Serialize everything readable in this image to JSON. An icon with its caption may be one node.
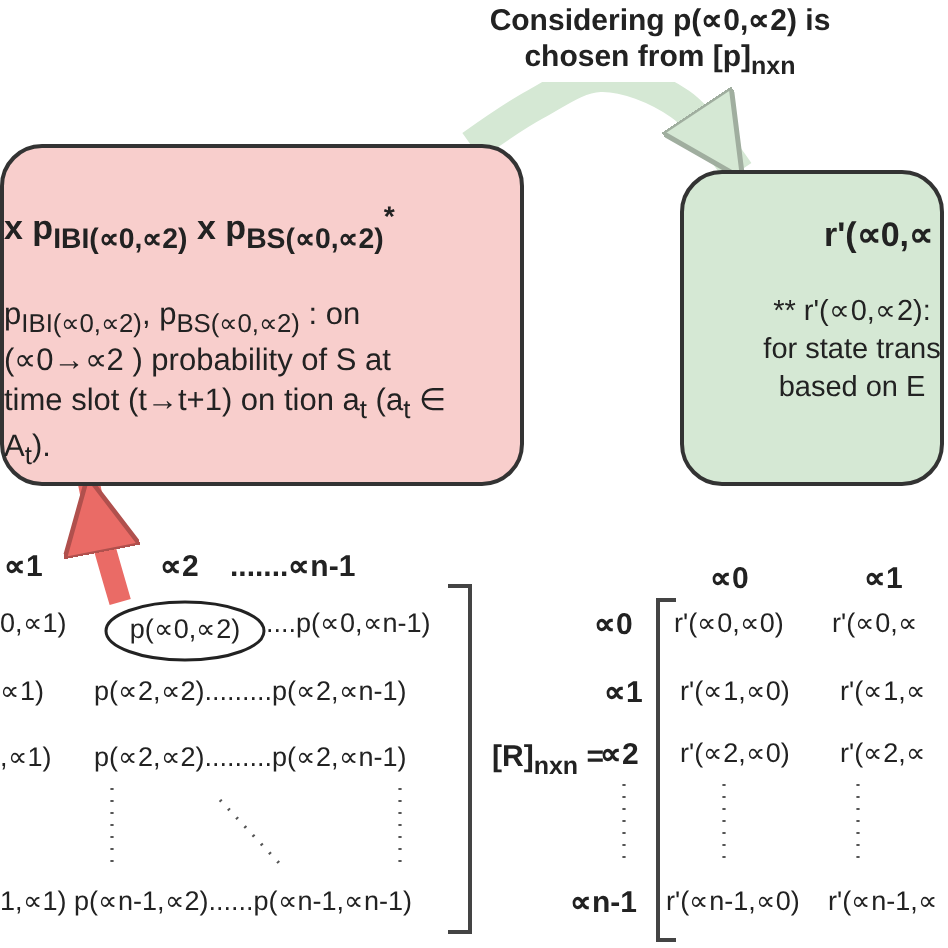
{
  "diagram": {
    "nodes": [
      {
        "text": [
          "x p$_{IBI(∝0,∝2)}$ x p$_{BS(∝0,∝2)}$$^{*}$",
          "p$_{IBI(∝0,∝2)}$, p$_{BS(∝0,∝2)}$ : on (∝0→∝2 ) probability of S at time slot (t→t+1) on tion a$_{t}$ (a$_{t}$ ∈ A$_{t}$)."
        ]
      },
      {
        "text": [
          "r'(∝0,∝",
          "** r'(∝0,∝2): for state trans based on E"
        ]
      },
      {
        "text": [
          "p(∝0,∝2)"
        ]
      }
    ],
    "edges": [
      {
        "from": 0,
        "to": 1,
        "arrow": "to",
        "label": "Considering p(∝0,∝2) is chosen from [p]$_{nxn}$",
        "color": "#d5e8d4"
      },
      {
        "from": 2,
        "to": 0,
        "arrow": "to",
        "color": "#ea6b66"
      }
    ],
    "labels": [
      "∝1",
      "∝2",
      ".......∝n-1",
      "0,∝1)",
      "....p(∝0,∝n-1)",
      "∝1)",
      "p(∝2,∝2).........p(∝2,∝n-1)",
      ",∝1)",
      "p(∝2,∝2).........p(∝2,∝n-1)",
      "1,∝1)",
      "p(∝n-1,∝2)......p(∝n-1,∝n-1)",
      "[R]$_{nxn}$ =",
      "∝0",
      "∝1",
      "∝0",
      "∝1",
      "∝2",
      "∝n-1",
      "r'(∝0,∝0)",
      "r'(∝0,∝",
      "r'(∝1,∝0)",
      "r'(∝1,∝",
      "r'(∝2,∝0)",
      "r'(∝2,∝",
      "r'(∝n-1,∝0)",
      "r'(∝n-1,∝"
    ]
  }
}
